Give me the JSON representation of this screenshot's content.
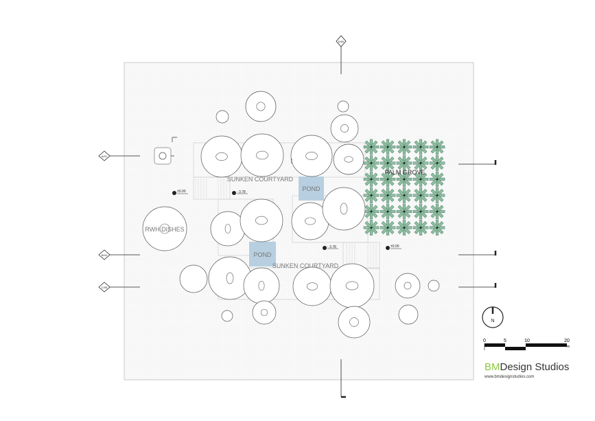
{
  "plan": {
    "labels": {
      "sunken_courtyard_1": "SUNKEN COURTYARD",
      "sunken_courtyard_2": "SUNKEN COURTYARD",
      "pond_1": "POND",
      "pond_2": "POND",
      "palm_grove": "PALM GROVE",
      "rwh_dishes": "RWH DISHES"
    },
    "levels": [
      "±0.00",
      "- 3.78",
      "- 3.78",
      "±0.00"
    ],
    "section_markers": [
      "A/01",
      "B/04",
      "C/05",
      "D/00"
    ]
  },
  "north": "N",
  "scale": {
    "ticks": [
      "0",
      "5",
      "10",
      "20"
    ],
    "unit": "m"
  },
  "brand": {
    "prefix": "BM",
    "suffix": "Design Studios",
    "url": "www.bmdesignstudios.com"
  },
  "colors": {
    "pond": "#b7cfe0",
    "palm": "#7fae93",
    "brand_green": "#8dc63f"
  }
}
